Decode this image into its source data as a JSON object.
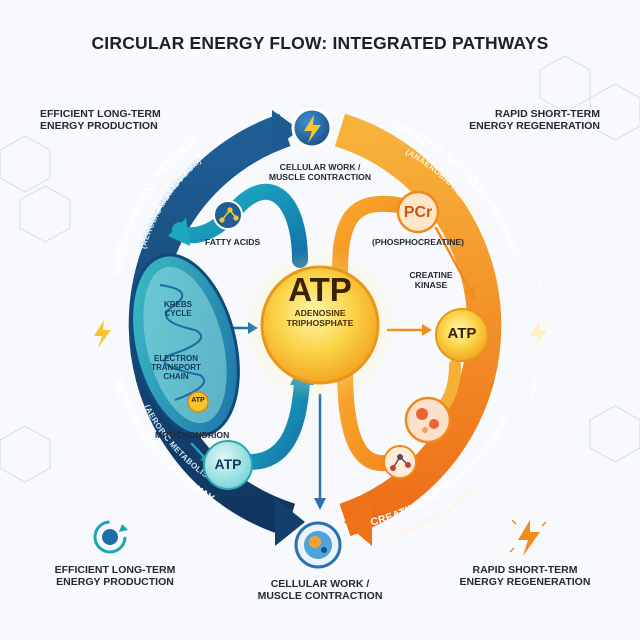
{
  "title": "CIRCULAR ENERGY FLOW: INTEGRATED PATHWAYS",
  "labels": {
    "efficient_top": "EFFICIENT LONG-TERM\nENERGY PRODUCTION",
    "rapid_top": "RAPID SHORT-TERM\nENERGY REGENERATION",
    "efficient_bottom": "EFFICIENT LONG-TERM\nENERGY PRODUCTION",
    "rapid_bottom": "RAPID SHORT-TERM\nENERGY REGENERATION",
    "cellular_work_top": "CELLULAR WORK /\nMUSCLE CONTRACTION",
    "cellular_work_bottom": "CELLULAR WORK /\nMUSCLE CONTRACTION",
    "fatty_acids": "FATTY ACIDS",
    "phosphocreatine": "(PHOSPHOCREATINE)",
    "creatine_kinase": "CREATINE\nKINASE",
    "mitochondrion": "MITOCHONDRION",
    "krebs": "KREBS\nCYCLE",
    "etc": "ELECTRON\nTRANSPORT\nCHAIN",
    "pcr": "PCr"
  },
  "arcs": {
    "mito_top": "MITOCHONDRIAL PATHWAY",
    "mito_top_sub": "(AEROBIC METABOLISM)",
    "mito_bottom": "MITOCHONDRIAL PATHWAY",
    "mito_bottom_sub": "(AEROBIC METABOLISM)",
    "creatine_top": "CREATINE RECYCLING PATHWAY",
    "creatine_top_sub": "(ANAEROBIC ALACTIC)",
    "creatine_bottom": "CREATINE RECYCLING PATHWAY",
    "creatine_bottom_sub": "(ANAEROBIC ALACTIC)"
  },
  "atp": {
    "main": "ATP",
    "main_sub": "ADENOSINE\nTRIPHOSPHATE",
    "right": "ATP",
    "bottom_left": "ATP",
    "in_mito": "ATP"
  },
  "icons": {
    "top_hub": "lightning-bolt-icon",
    "bottom_hub": "muscle-cell-icon",
    "fatty_acids": "molecule-icon",
    "left_arc": "lightning-bolt-icon",
    "right_arc": "lightning-bolt-icon",
    "bottom_left": "cycle-refresh-icon",
    "bottom_right": "lightning-bolt-icon",
    "right_lower": "cell-icon",
    "bottom_right_small": "molecule-icon"
  },
  "colors": {
    "mito_dark": "#13406e",
    "mito_teal": "#1aa6b8",
    "creatine_orange": "#f08a1c",
    "creatine_gold": "#f6b33a",
    "atp_gold": "#f8c531",
    "title": "#1b1f2a"
  }
}
